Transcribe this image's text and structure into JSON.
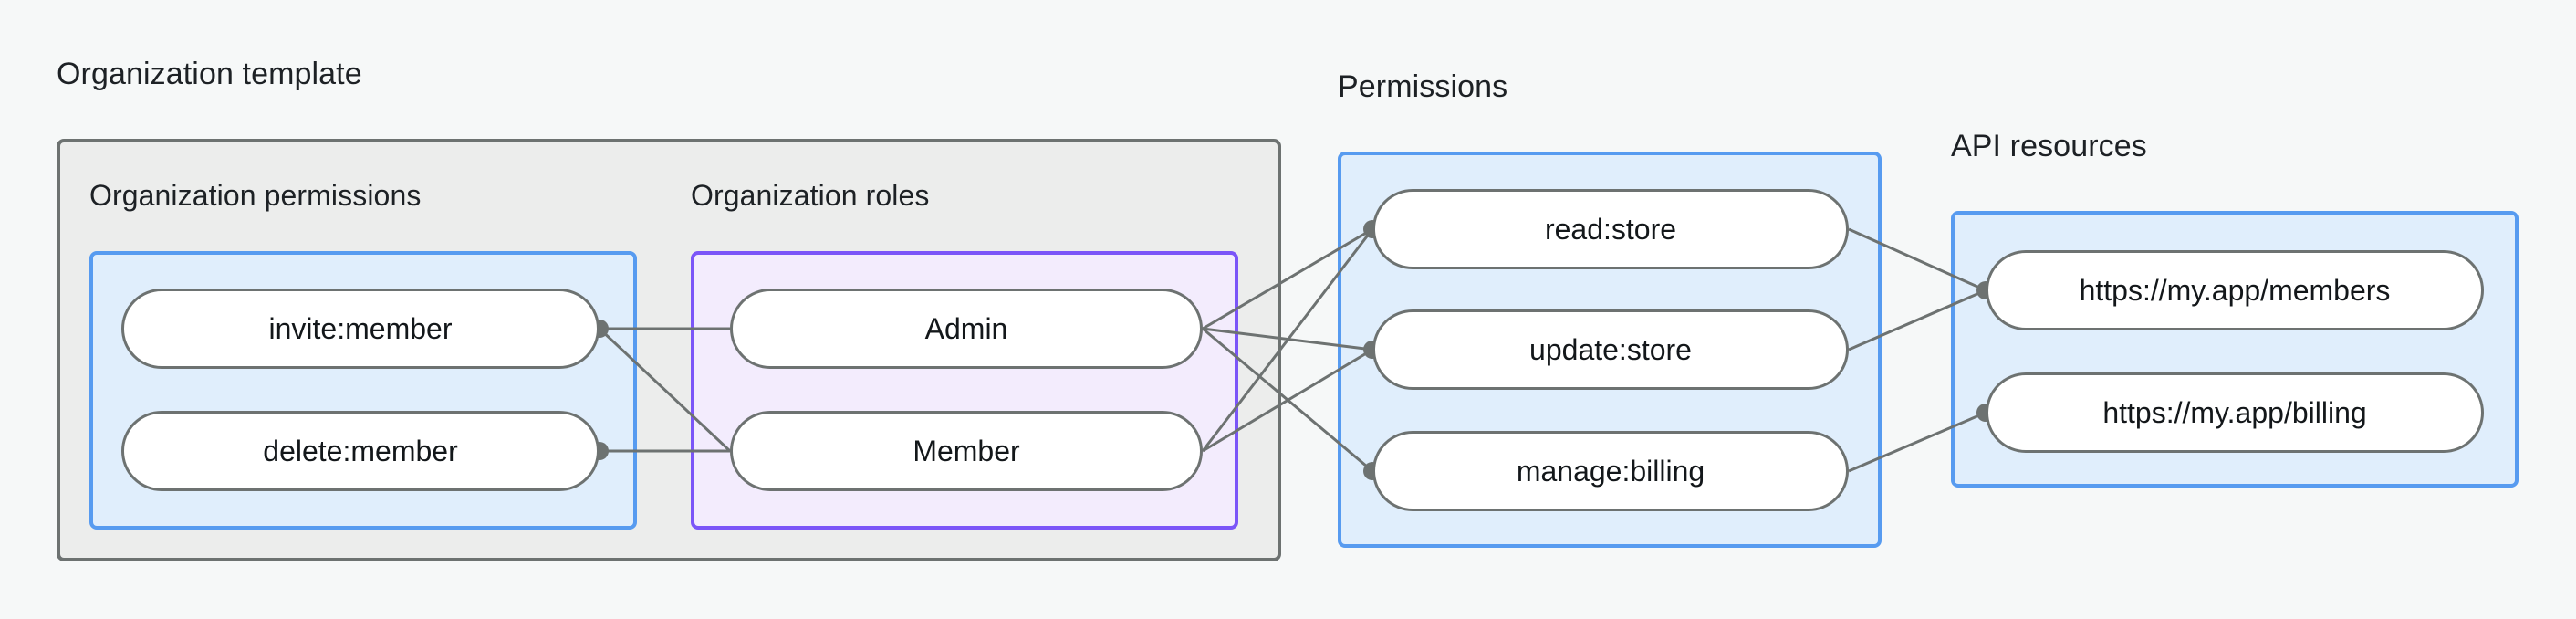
{
  "diagram": {
    "title_organization_template": "Organization template",
    "title_permissions": "Permissions",
    "title_api_resources": "API resources",
    "subtitle_organization_permissions": "Organization permissions",
    "subtitle_organization_roles": "Organization roles",
    "colors": {
      "background": "#f6f8f8",
      "outer_border": "#6d7271",
      "outer_fill": "#ecedec",
      "blue_border": "#579bf0",
      "blue_fill": "#e0eefc",
      "purple_border": "#7b55f8",
      "purple_fill": "#f3ecfd",
      "node_border": "#6d7271",
      "node_fill": "#ffffff",
      "edge": "#6d7271",
      "text": "#13171a"
    }
  },
  "nodes": {
    "organization_permissions": [
      {
        "id": "invite-member",
        "label": "invite:member"
      },
      {
        "id": "delete-member",
        "label": "delete:member"
      }
    ],
    "organization_roles": [
      {
        "id": "admin",
        "label": "Admin"
      },
      {
        "id": "member",
        "label": "Member"
      }
    ],
    "permissions": [
      {
        "id": "read-store",
        "label": "read:store"
      },
      {
        "id": "update-store",
        "label": "update:store"
      },
      {
        "id": "manage-billing",
        "label": "manage:billing"
      }
    ],
    "api_resources": [
      {
        "id": "members-url",
        "label": "https://my.app/members"
      },
      {
        "id": "billing-url",
        "label": "https://my.app/billing"
      }
    ]
  },
  "edges": [
    {
      "from": "invite-member",
      "to": "admin"
    },
    {
      "from": "invite-member",
      "to": "member"
    },
    {
      "from": "delete-member",
      "to": "member"
    },
    {
      "from": "admin",
      "to": "read-store"
    },
    {
      "from": "admin",
      "to": "update-store"
    },
    {
      "from": "admin",
      "to": "manage-billing"
    },
    {
      "from": "member",
      "to": "read-store"
    },
    {
      "from": "member",
      "to": "update-store"
    },
    {
      "from": "read-store",
      "to": "members-url"
    },
    {
      "from": "update-store",
      "to": "members-url"
    },
    {
      "from": "manage-billing",
      "to": "billing-url"
    }
  ]
}
